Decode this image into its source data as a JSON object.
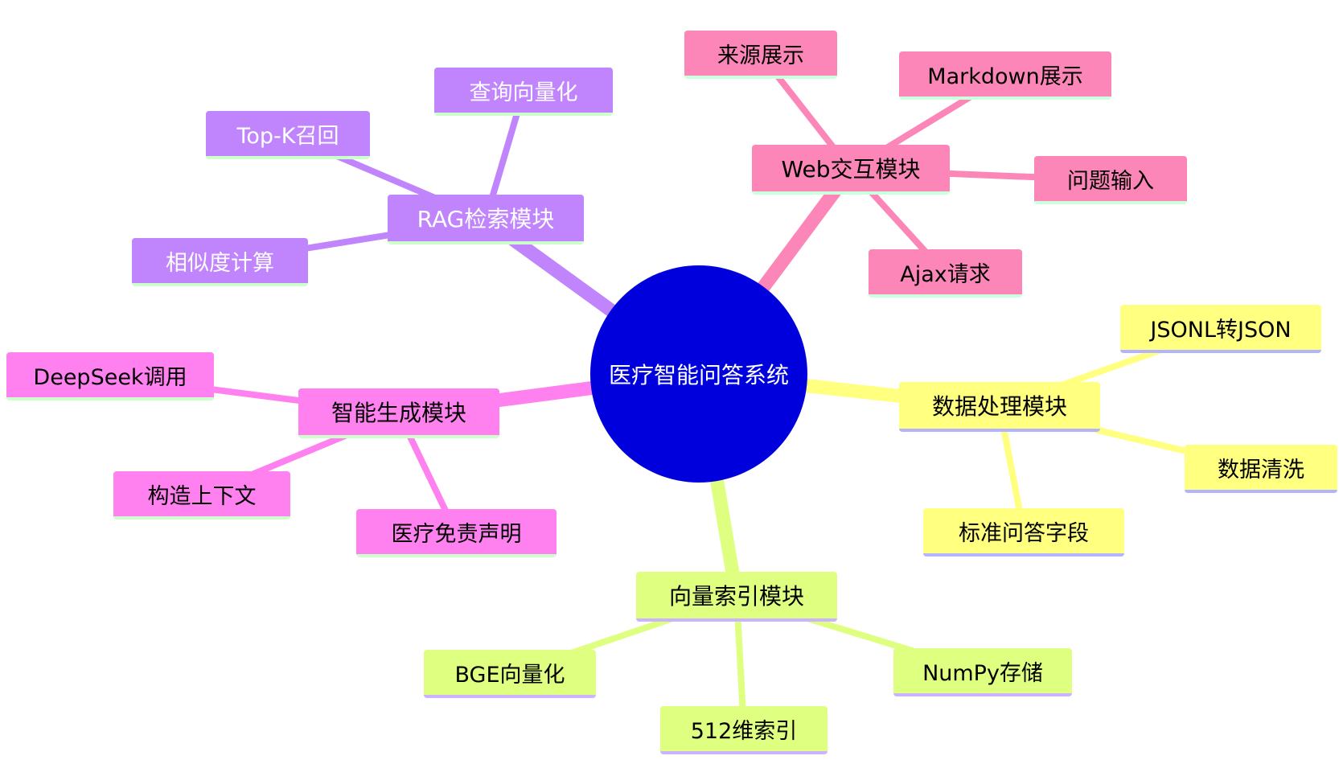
{
  "root": {
    "label": "医疗智能问答系统",
    "color": "#0000dd",
    "text_color": "#ffffff"
  },
  "branches": [
    {
      "key": "rag",
      "label": "RAG检索模块",
      "color": "#c084fc",
      "text_color": "#ffffff",
      "underline": "#ccffcc",
      "children": [
        "查询向量化",
        "Top-K召回",
        "相似度计算"
      ]
    },
    {
      "key": "web",
      "label": "Web交互模块",
      "color": "#fb86b7",
      "text_color": "#000000",
      "underline": "#ccffdd",
      "children": [
        "来源展示",
        "Markdown展示",
        "问题输入",
        "Ajax请求"
      ]
    },
    {
      "key": "gen",
      "label": "智能生成模块",
      "color": "#ff80ef",
      "text_color": "#000000",
      "underline": "#ccffcc",
      "children": [
        "DeepSeek调用",
        "构造上下文",
        "医疗免责声明"
      ]
    },
    {
      "key": "data",
      "label": "数据处理模块",
      "color": "#ffff80",
      "text_color": "#000000",
      "underline": "#b3b3ff",
      "children": [
        "JSONL转JSON",
        "数据清洗",
        "标准问答字段"
      ]
    },
    {
      "key": "vec",
      "label": "向量索引模块",
      "color": "#dfff80",
      "text_color": "#000000",
      "underline": "#ccb3ff",
      "children": [
        "BGE向量化",
        "512维索引",
        "NumPy存储"
      ]
    }
  ]
}
